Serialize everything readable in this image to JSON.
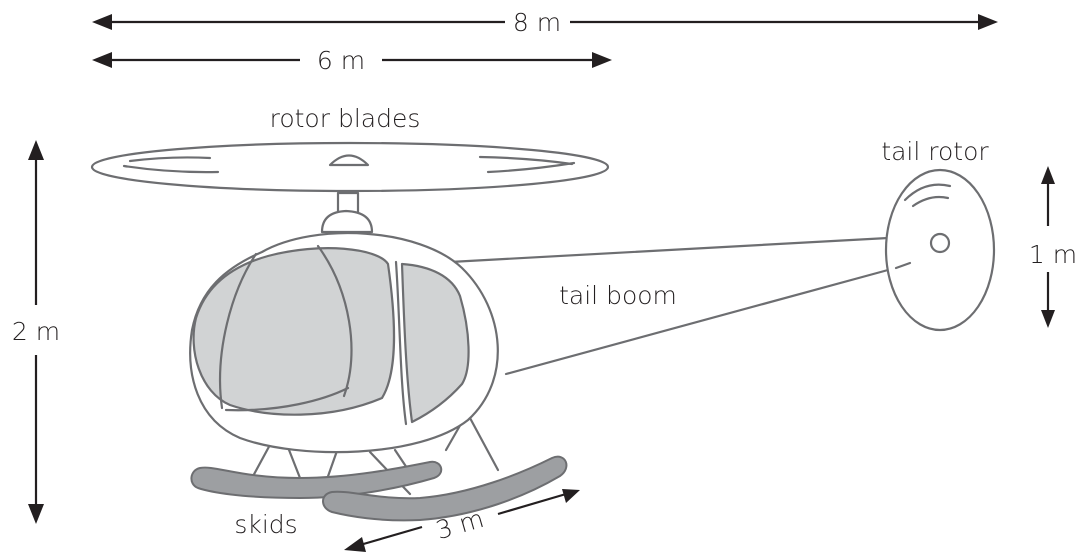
{
  "labels": {
    "rotor_blades": "rotor blades",
    "tail_rotor": "tail rotor",
    "tail_boom": "tail boom",
    "skids": "skids"
  },
  "dimensions": {
    "overall_length": "8 m",
    "rotor_span": "6 m",
    "height": "2 m",
    "tail_rotor_diameter": "1 m",
    "skid_length": "3 m"
  },
  "colors": {
    "outline": "#6d6e71",
    "glass": "#d1d3d4",
    "skid": "#9d9fa2",
    "text": "#231f20"
  }
}
